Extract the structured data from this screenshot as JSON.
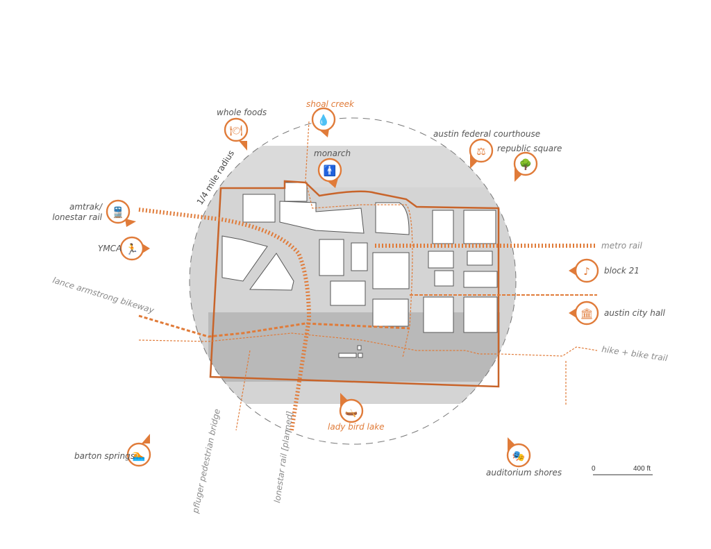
{
  "title": "site context map",
  "colors": {
    "accent": "#e07b39",
    "text": "#555555",
    "muted": "#8a8a8a",
    "aerial": "#cfcfcf"
  },
  "radius_label": "1/4 mile radius",
  "destinations": [
    {
      "id": "whole-foods",
      "label": "whole foods",
      "icon": "dining-icon",
      "glyph": "🍽"
    },
    {
      "id": "shoal-creek",
      "label": "shoal creek",
      "icon": "water-drop-icon",
      "glyph": "💧"
    },
    {
      "id": "monarch",
      "label": "monarch",
      "icon": "person-icon",
      "glyph": "🚹"
    },
    {
      "id": "federal-courthouse",
      "label": "austin federal courthouse",
      "icon": "scales-icon",
      "glyph": "⚖"
    },
    {
      "id": "republic-square",
      "label": "republic square",
      "icon": "tree-icon",
      "glyph": "🌳"
    },
    {
      "id": "amtrak",
      "label_line1": "amtrak/",
      "label_line2": "lonestar rail",
      "icon": "train-icon",
      "glyph": "🚆"
    },
    {
      "id": "ymca",
      "label": "YMCA",
      "icon": "jump-rope-icon",
      "glyph": "🏃"
    },
    {
      "id": "block-21",
      "label": "block 21",
      "icon": "music-note-icon",
      "glyph": "♪"
    },
    {
      "id": "city-hall",
      "label": "austin city hall",
      "icon": "building-icon",
      "glyph": "🏛"
    },
    {
      "id": "lady-bird-lake",
      "label": "lady bird lake",
      "icon": "kayak-icon",
      "glyph": "🛶"
    },
    {
      "id": "barton-springs",
      "label": "barton springs",
      "icon": "swimmer-icon",
      "glyph": "🏊"
    },
    {
      "id": "auditorium-shores",
      "label": "auditorium shores",
      "icon": "theater-masks-icon",
      "glyph": "🎭"
    }
  ],
  "routes": {
    "metro_rail": "metro rail",
    "bikeway": "lance armstrong bikeway",
    "trail": "hike + bike trail",
    "bridge": "pfluger pedestrian bridge",
    "planned_rail": "lonestar rail [planned]"
  },
  "scale": {
    "start": "0",
    "end": "400 ft"
  }
}
